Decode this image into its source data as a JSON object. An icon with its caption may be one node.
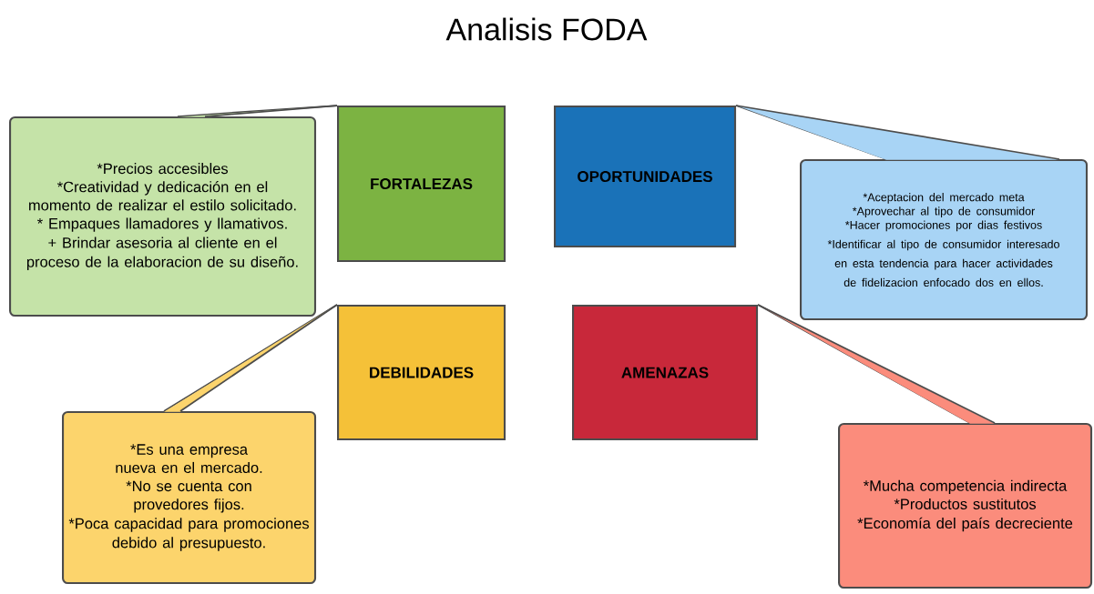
{
  "diagram": {
    "title": "Analisis FODA",
    "nodes": [
      {
        "text": [
          "FORTALEZAS"
        ]
      },
      {
        "text": [
          "OPORTUNIDADES"
        ]
      },
      {
        "text": [
          "DEBILIDADES"
        ]
      },
      {
        "text": [
          "AMENAZAS"
        ]
      },
      {
        "text": [
          "*Precios accesibles",
          "*Creatividad y dedicación en el momento de realizar el estilo solicitado.",
          "* Empaques llamadores y llamativos.",
          "+ Brindar asesoria al cliente en el proceso de la elaboracion de su diseño."
        ]
      },
      {
        "text": [
          "*Aceptacion del mercado meta",
          "*Aprovechar al tipo de consumidor",
          "*Hacer promociones por dias festivos",
          "*Identificar al tipo de consumidor interesado en esta tendencia para hacer actividades de fidelizacion enfocado dos en ellos."
        ]
      },
      {
        "text": [
          "*Es una empresa nueva en el mercado.",
          "*No se cuenta con provedores fijos.",
          "*Poca capacidad para promociones debido al presupuesto."
        ]
      },
      {
        "text": [
          "*Mucha competencia indirecta",
          "*Productos sustitutos",
          "*Economía del país decreciente"
        ]
      }
    ],
    "edges": [
      {
        "from": 4,
        "to": 0,
        "arrow": "none"
      },
      {
        "from": 5,
        "to": 1,
        "arrow": "none"
      },
      {
        "from": 6,
        "to": 2,
        "arrow": "none"
      },
      {
        "from": 7,
        "to": 3,
        "arrow": "none"
      }
    ]
  }
}
